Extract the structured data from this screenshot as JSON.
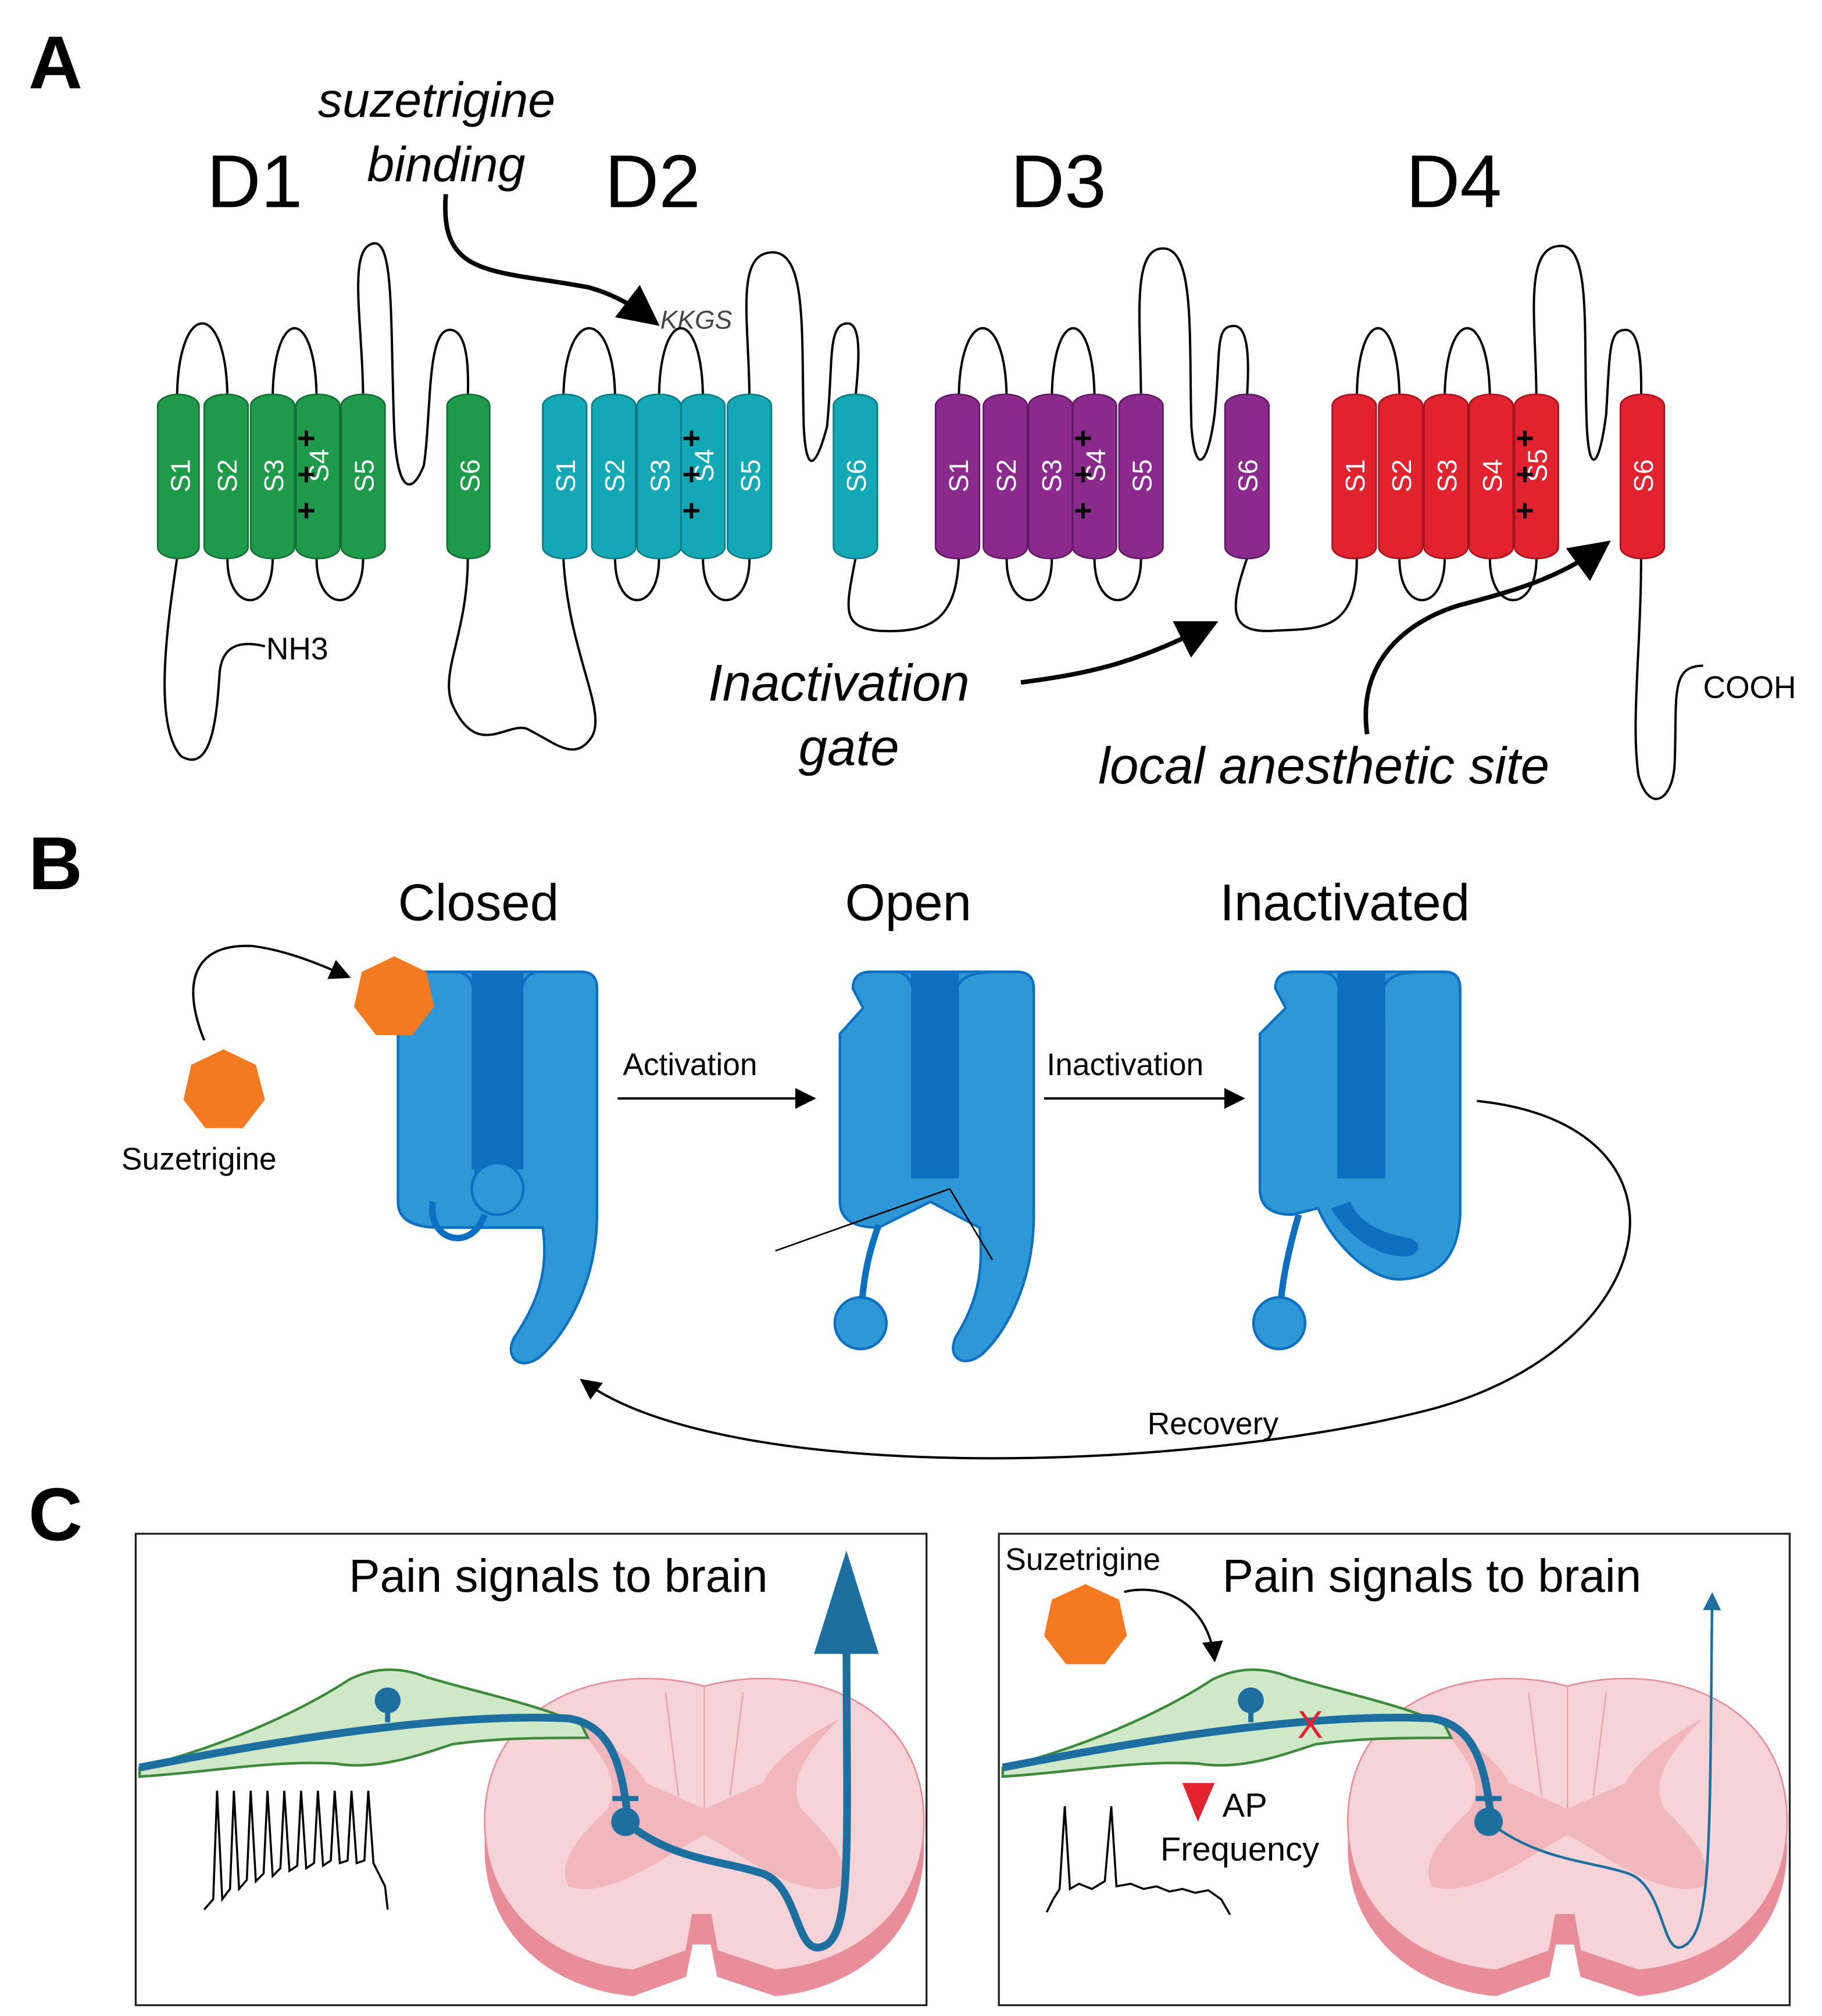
{
  "panels": {
    "a": "A",
    "b": "B",
    "c": "C"
  },
  "panel_a": {
    "domains": [
      "D1",
      "D2",
      "D3",
      "D4"
    ],
    "segments": [
      "S1",
      "S2",
      "S3",
      "S4",
      "S5",
      "S6"
    ],
    "charges": "+++",
    "motif": "KKGS",
    "binding_label_1": "suzetrigine",
    "binding_label_2": "binding",
    "inactivation_label_1": "Inactivation",
    "inactivation_label_2": "gate",
    "la_label": "local anesthetic site",
    "n_term": "NH3",
    "c_term": "COOH",
    "colors": {
      "d1": "#1e9a4a",
      "d2": "#13a8b4",
      "d3": "#8a2a8c",
      "d4": "#e0232e"
    }
  },
  "panel_b": {
    "states": [
      "Closed",
      "Open",
      "Inactivated"
    ],
    "activation": "Activation",
    "inactivation": "Inactivation",
    "recovery": "Recovery",
    "drug": "Suzetrigine",
    "colors": {
      "channel": "#2e97d6",
      "pore": "#0c6fc0",
      "drug": "#f37a21"
    }
  },
  "panel_c": {
    "left_title": "Pain signals to brain",
    "right_title": "Pain signals to brain",
    "drug": "Suzetrigine",
    "ap_label_1": "AP",
    "ap_label_2": "Frequency",
    "block_mark": "X"
  }
}
